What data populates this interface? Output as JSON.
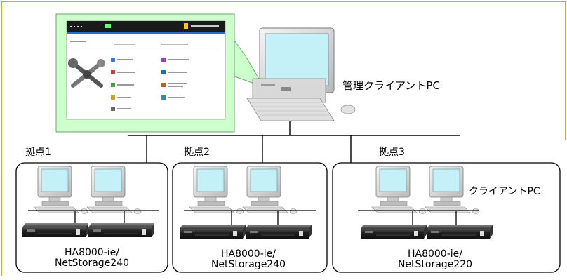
{
  "manager": {
    "label": "管理クライアントPC"
  },
  "client_label": "クライアントPC",
  "sites": [
    {
      "name": "拠点1",
      "model_line1": "HA8000-ie/",
      "model_line2": "NetStorage240"
    },
    {
      "name": "拠点2",
      "model_line1": "HA8000-ie/",
      "model_line2": "NetStorage240"
    },
    {
      "name": "拠点3",
      "model_line1": "HA8000-ie/",
      "model_line2": "NetStorage220"
    }
  ],
  "colors": {
    "frame": "#f0a01e",
    "callout_fill": "#ccffcc",
    "screen": "#c4f0f8",
    "monitor": "#d8d8d8",
    "server": "#222222",
    "line": "#000000"
  },
  "icons": [
    "monitor-icon",
    "keyboard-icon",
    "mouse-icon",
    "server-icon",
    "tools-icon"
  ]
}
